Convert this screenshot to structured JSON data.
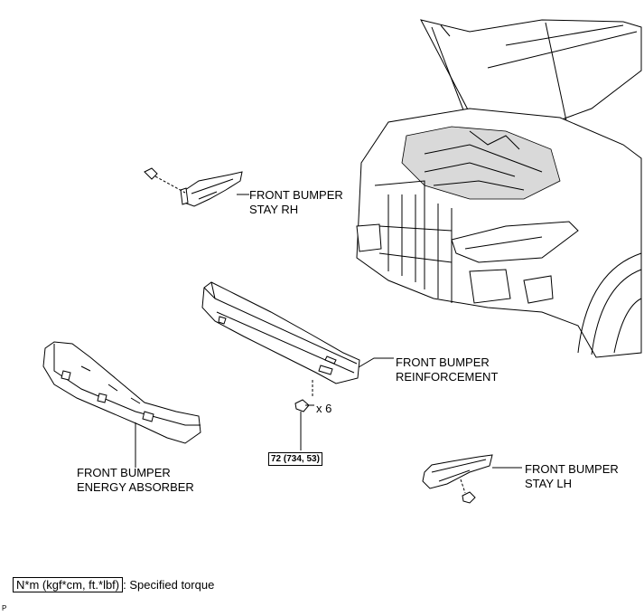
{
  "labels": {
    "stay_rh": [
      "FRONT BUMPER",
      "STAY RH"
    ],
    "reinforcement": [
      "FRONT BUMPER",
      "REINFORCEMENT"
    ],
    "energy_absorber": [
      "FRONT BUMPER",
      "ENERGY ABSORBER"
    ],
    "stay_lh": [
      "FRONT BUMPER",
      "STAY LH"
    ]
  },
  "bolt_count": "x 6",
  "torque_spec": "72 (734, 53)",
  "legend": {
    "units": "N*m (kgf*cm, ft.*lbf)",
    "description": ": Specified torque"
  },
  "corner_mark": "P"
}
